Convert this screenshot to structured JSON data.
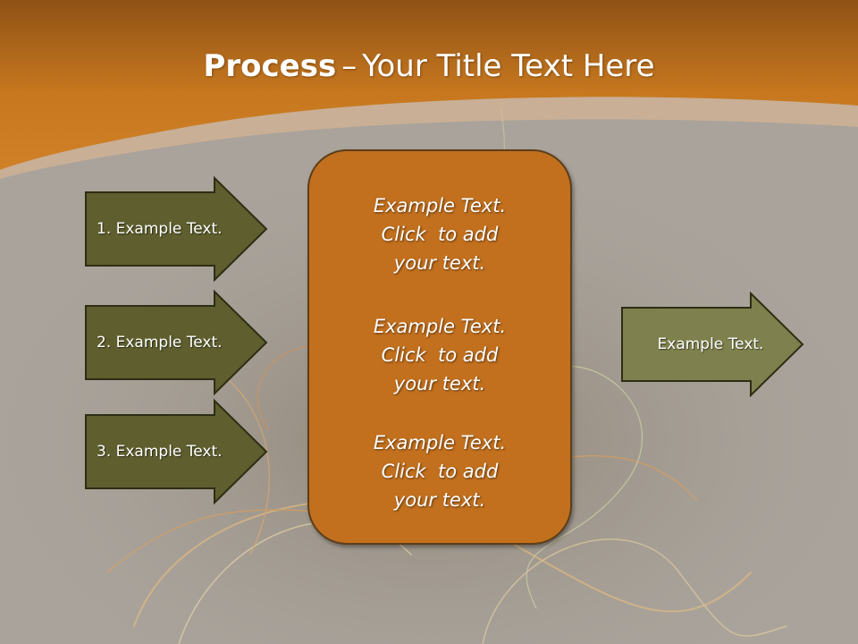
{
  "title": {
    "bold": "Process",
    "dash": "–",
    "rest": "Your Title Text Here"
  },
  "inputs": [
    {
      "label": "1. Example Text."
    },
    {
      "label": "2. Example Text."
    },
    {
      "label": "3. Example Text."
    }
  ],
  "center_box": {
    "paragraphs": [
      {
        "lines": [
          "Example Text.",
          "Click  to add",
          "your text."
        ]
      },
      {
        "lines": [
          "Example Text.",
          "Click  to add",
          "your text."
        ]
      },
      {
        "lines": [
          "Example Text.",
          "Click  to add",
          "your text."
        ]
      }
    ]
  },
  "output": {
    "label": "Example Text."
  },
  "colors": {
    "header": "#c7781f",
    "header_dark": "#8f5216",
    "slide_bg": "#a9a39b",
    "input_arrow_fill": "#5e5e2e",
    "output_arrow_fill": "#7e804d",
    "arrow_border": "#2d2d14",
    "center_box_fill": "#c2701e",
    "center_box_border": "#5c3e1a",
    "text": "#ffffff"
  }
}
